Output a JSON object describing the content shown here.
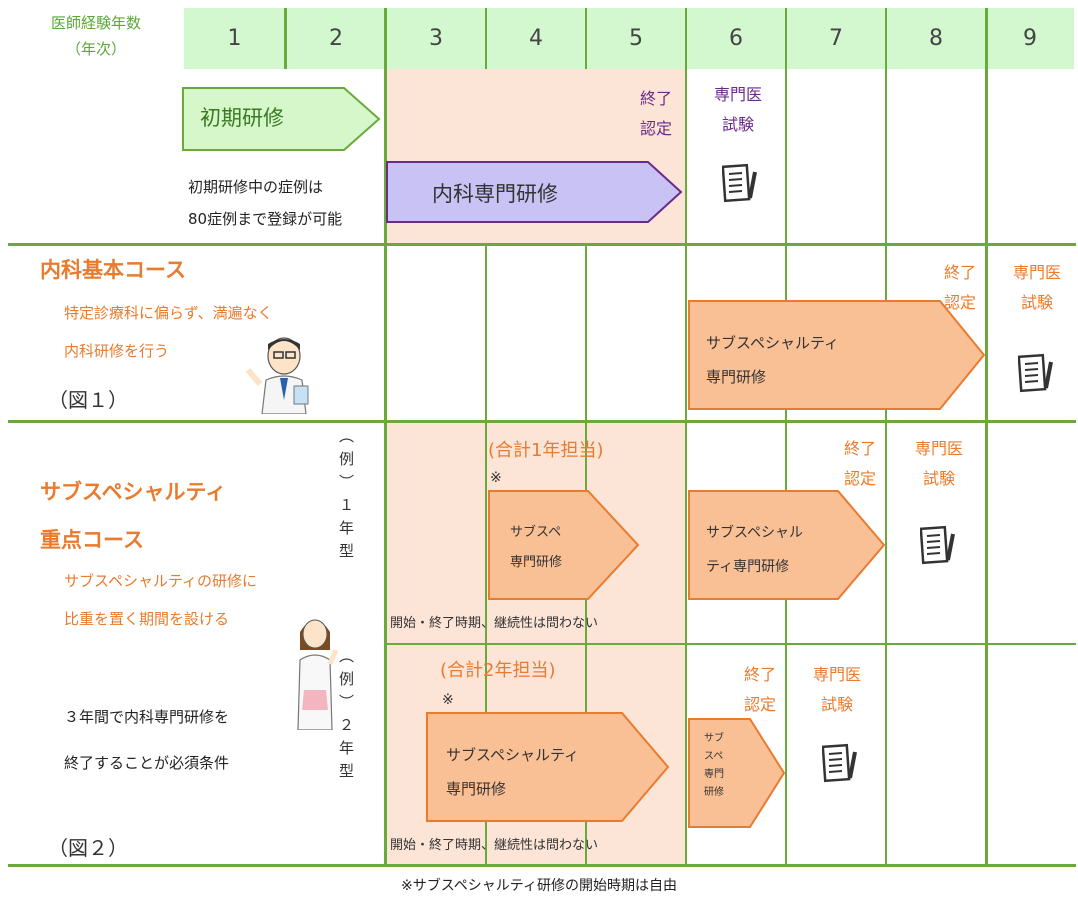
{
  "header": {
    "label_line1": "医師経験年数",
    "label_line2": "（年次）",
    "years": [
      "1",
      "2",
      "3",
      "4",
      "5",
      "6",
      "7",
      "8",
      "9"
    ]
  },
  "top": {
    "initial_training": "初期研修",
    "internal_medicine_training": "内科専門研修",
    "note_line1": "初期研修中の症例は",
    "note_line2": "80症例まで登録が可能",
    "completion_line1": "終了",
    "completion_line2": "認定",
    "exam_line1": "専門医",
    "exam_line2": "試験"
  },
  "basic_course": {
    "title": "内科基本コース",
    "desc_line1": "特定診療科に偏らず、満遍なく",
    "desc_line2": "内科研修を行う",
    "figure_label": "（図１）",
    "arrow_line1": "サブスペシャルティ",
    "arrow_line2": "専門研修",
    "completion_line1": "終了",
    "completion_line2": "認定",
    "exam_line1": "専門医",
    "exam_line2": "試験"
  },
  "subspecialty_course": {
    "title_line1": "サブスペシャルティ",
    "title_line2": "重点コース",
    "desc_line1": "サブスペシャルティの研修に",
    "desc_line2": "比重を置く期間を設ける",
    "req_line1": "３年間で内科専門研修を",
    "req_line2": "終了することが必須条件",
    "figure_label": "（図２）",
    "type1": {
      "vertical_label": "（例）１年型",
      "total_label": "(合計1年担当)",
      "asterisk": "※",
      "arrow_a_line1": "サブスペ",
      "arrow_a_line2": "専門研修",
      "arrow_b_line1": "サブスペシャル",
      "arrow_b_line2": "ティ専門研修",
      "timing_note": "開始・終了時期、継続性は問わない",
      "completion_line1": "終了",
      "completion_line2": "認定",
      "exam_line1": "専門医",
      "exam_line2": "試験"
    },
    "type2": {
      "vertical_label": "（例）２年型",
      "total_label": "(合計2年担当)",
      "asterisk": "※",
      "arrow_a_line1": "サブスペシャルティ",
      "arrow_a_line2": "専門研修",
      "arrow_b_line1": "サブ",
      "arrow_b_line2": "スペ",
      "arrow_b_line3": "専門",
      "arrow_b_line4": "研修",
      "timing_note": "開始・終了時期、継続性は問わない",
      "completion_line1": "終了",
      "completion_line2": "認定",
      "exam_line1": "専門医",
      "exam_line2": "試験"
    }
  },
  "footnote": "※サブスペシャルティ研修の開始時期は自由",
  "colors": {
    "header_green": "#d3f8d0",
    "grid_green": "#6aaa3c",
    "peach": "#fce4d6",
    "orange_text": "#e97b2e",
    "orange_arrow": "#f9bf95",
    "purple_arrow": "#c9c2f5",
    "light_green_arrow": "#d5f7c9"
  }
}
